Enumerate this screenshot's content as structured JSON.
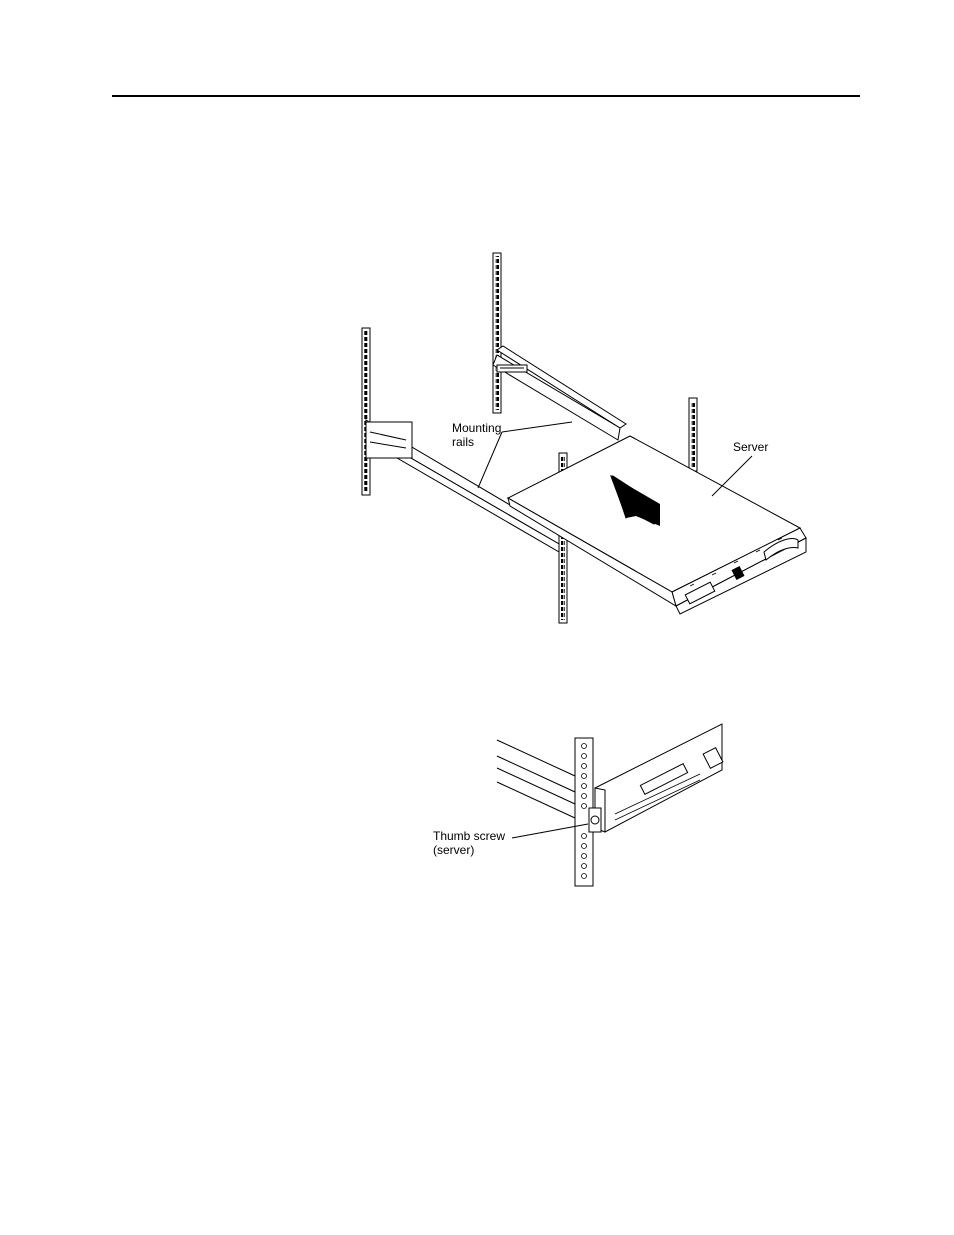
{
  "figure1": {
    "labels": {
      "mounting_rails": "Mounting\nrails",
      "server": "Server"
    }
  },
  "figure2": {
    "labels": {
      "thumb_screw": "Thumb screw\n(server)"
    }
  }
}
